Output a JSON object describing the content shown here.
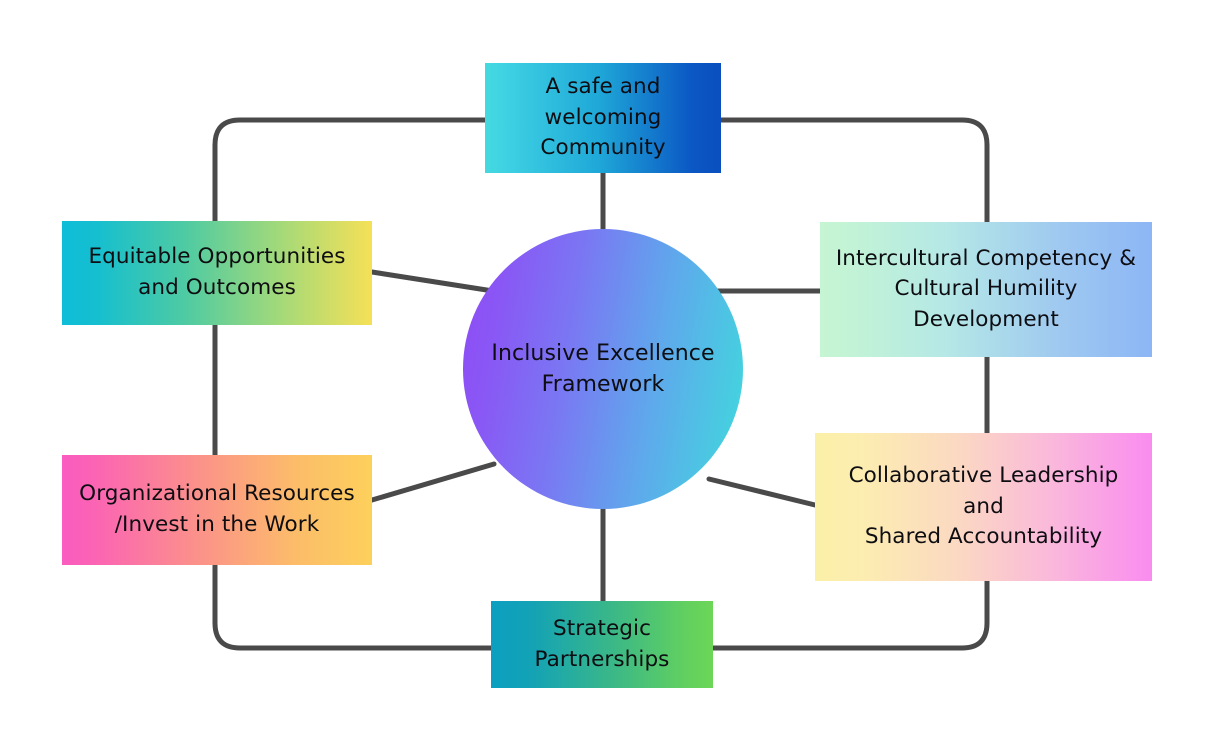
{
  "diagram": {
    "title": "Inclusive Excellence Framework",
    "type": "hub-and-spoke",
    "background_color": "#ffffff",
    "connector_color": "#4a4a4a",
    "text_color": "#0d0d12"
  },
  "center": {
    "label": "Inclusive Excellence\nFramework",
    "shape": "circle",
    "gradient_from": "#8F4BF5",
    "gradient_to": "#42D6DE"
  },
  "nodes": {
    "community": {
      "label": "A safe and\nwelcoming\nCommunity",
      "position": "top",
      "gradient_from": "#45D9E0",
      "gradient_to": "#0A4FBE"
    },
    "intercultural": {
      "label": "Intercultural Competency &\nCultural Humility\nDevelopment",
      "position": "right-upper",
      "gradient_from": "#C5F5D2",
      "gradient_to": "#8CB6F5"
    },
    "collaborative": {
      "label": "Collaborative Leadership and\nShared Accountability",
      "position": "right-lower",
      "gradient_from": "#FBF0A8",
      "gradient_to": "#FA8CF0"
    },
    "strategic": {
      "label": "Strategic\nPartnerships",
      "position": "bottom",
      "gradient_from": "#0C9FC0",
      "gradient_to": "#6CD657"
    },
    "organizational": {
      "label": "Organizational Resources\n/Invest in the Work",
      "position": "left-lower",
      "gradient_from": "#FA5CC0",
      "gradient_to": "#FDD05B"
    },
    "equitable": {
      "label": "Equitable Opportunities\nand Outcomes",
      "position": "left-upper",
      "gradient_from": "#0DBDD8",
      "gradient_to": "#F6E057"
    }
  }
}
